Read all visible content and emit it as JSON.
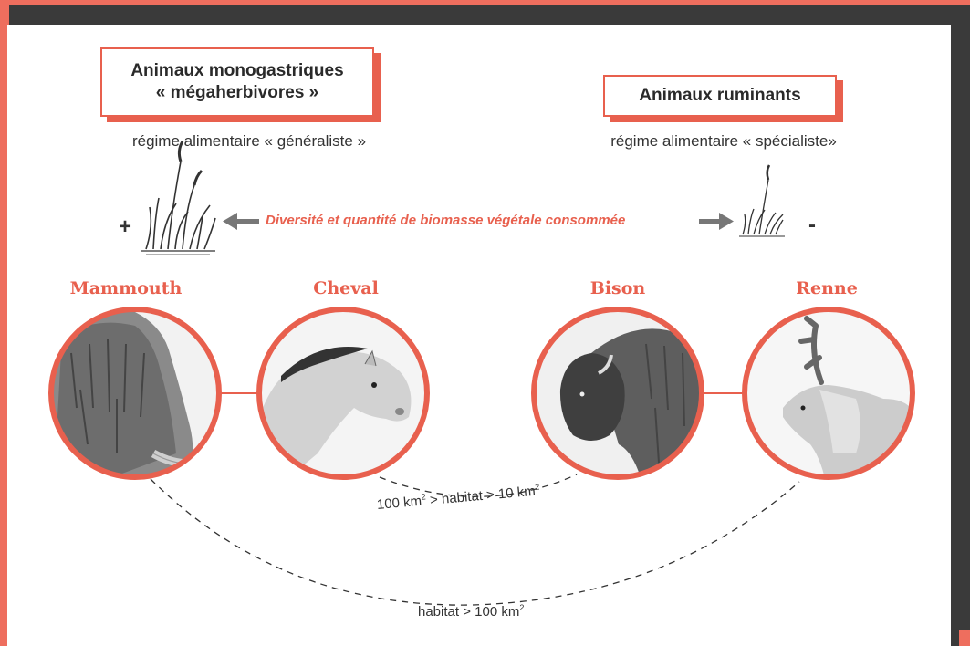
{
  "left_group": {
    "title_line1": "Animaux monogastriques",
    "title_line2": "« mégaherbivores »",
    "regime": "régime alimentaire « généraliste »",
    "sign": "+"
  },
  "right_group": {
    "title": "Animaux ruminants",
    "regime": "régime alimentaire « spécialiste»",
    "sign": "-"
  },
  "biomass_arrow_label": "Diversité et quantité de biomasse végétale consommée",
  "animals": [
    "Mammouth",
    "Cheval",
    "Bison",
    "Renne"
  ],
  "habitat_small": {
    "prefix": "100 km",
    "middle": " > habitat > 10 km",
    "sup": "2"
  },
  "habitat_large": {
    "prefix": "habitat > 100 km",
    "sup": "2"
  },
  "colors": {
    "accent": "#e8604e",
    "frame": "#3a3a3a",
    "text": "#333333"
  }
}
